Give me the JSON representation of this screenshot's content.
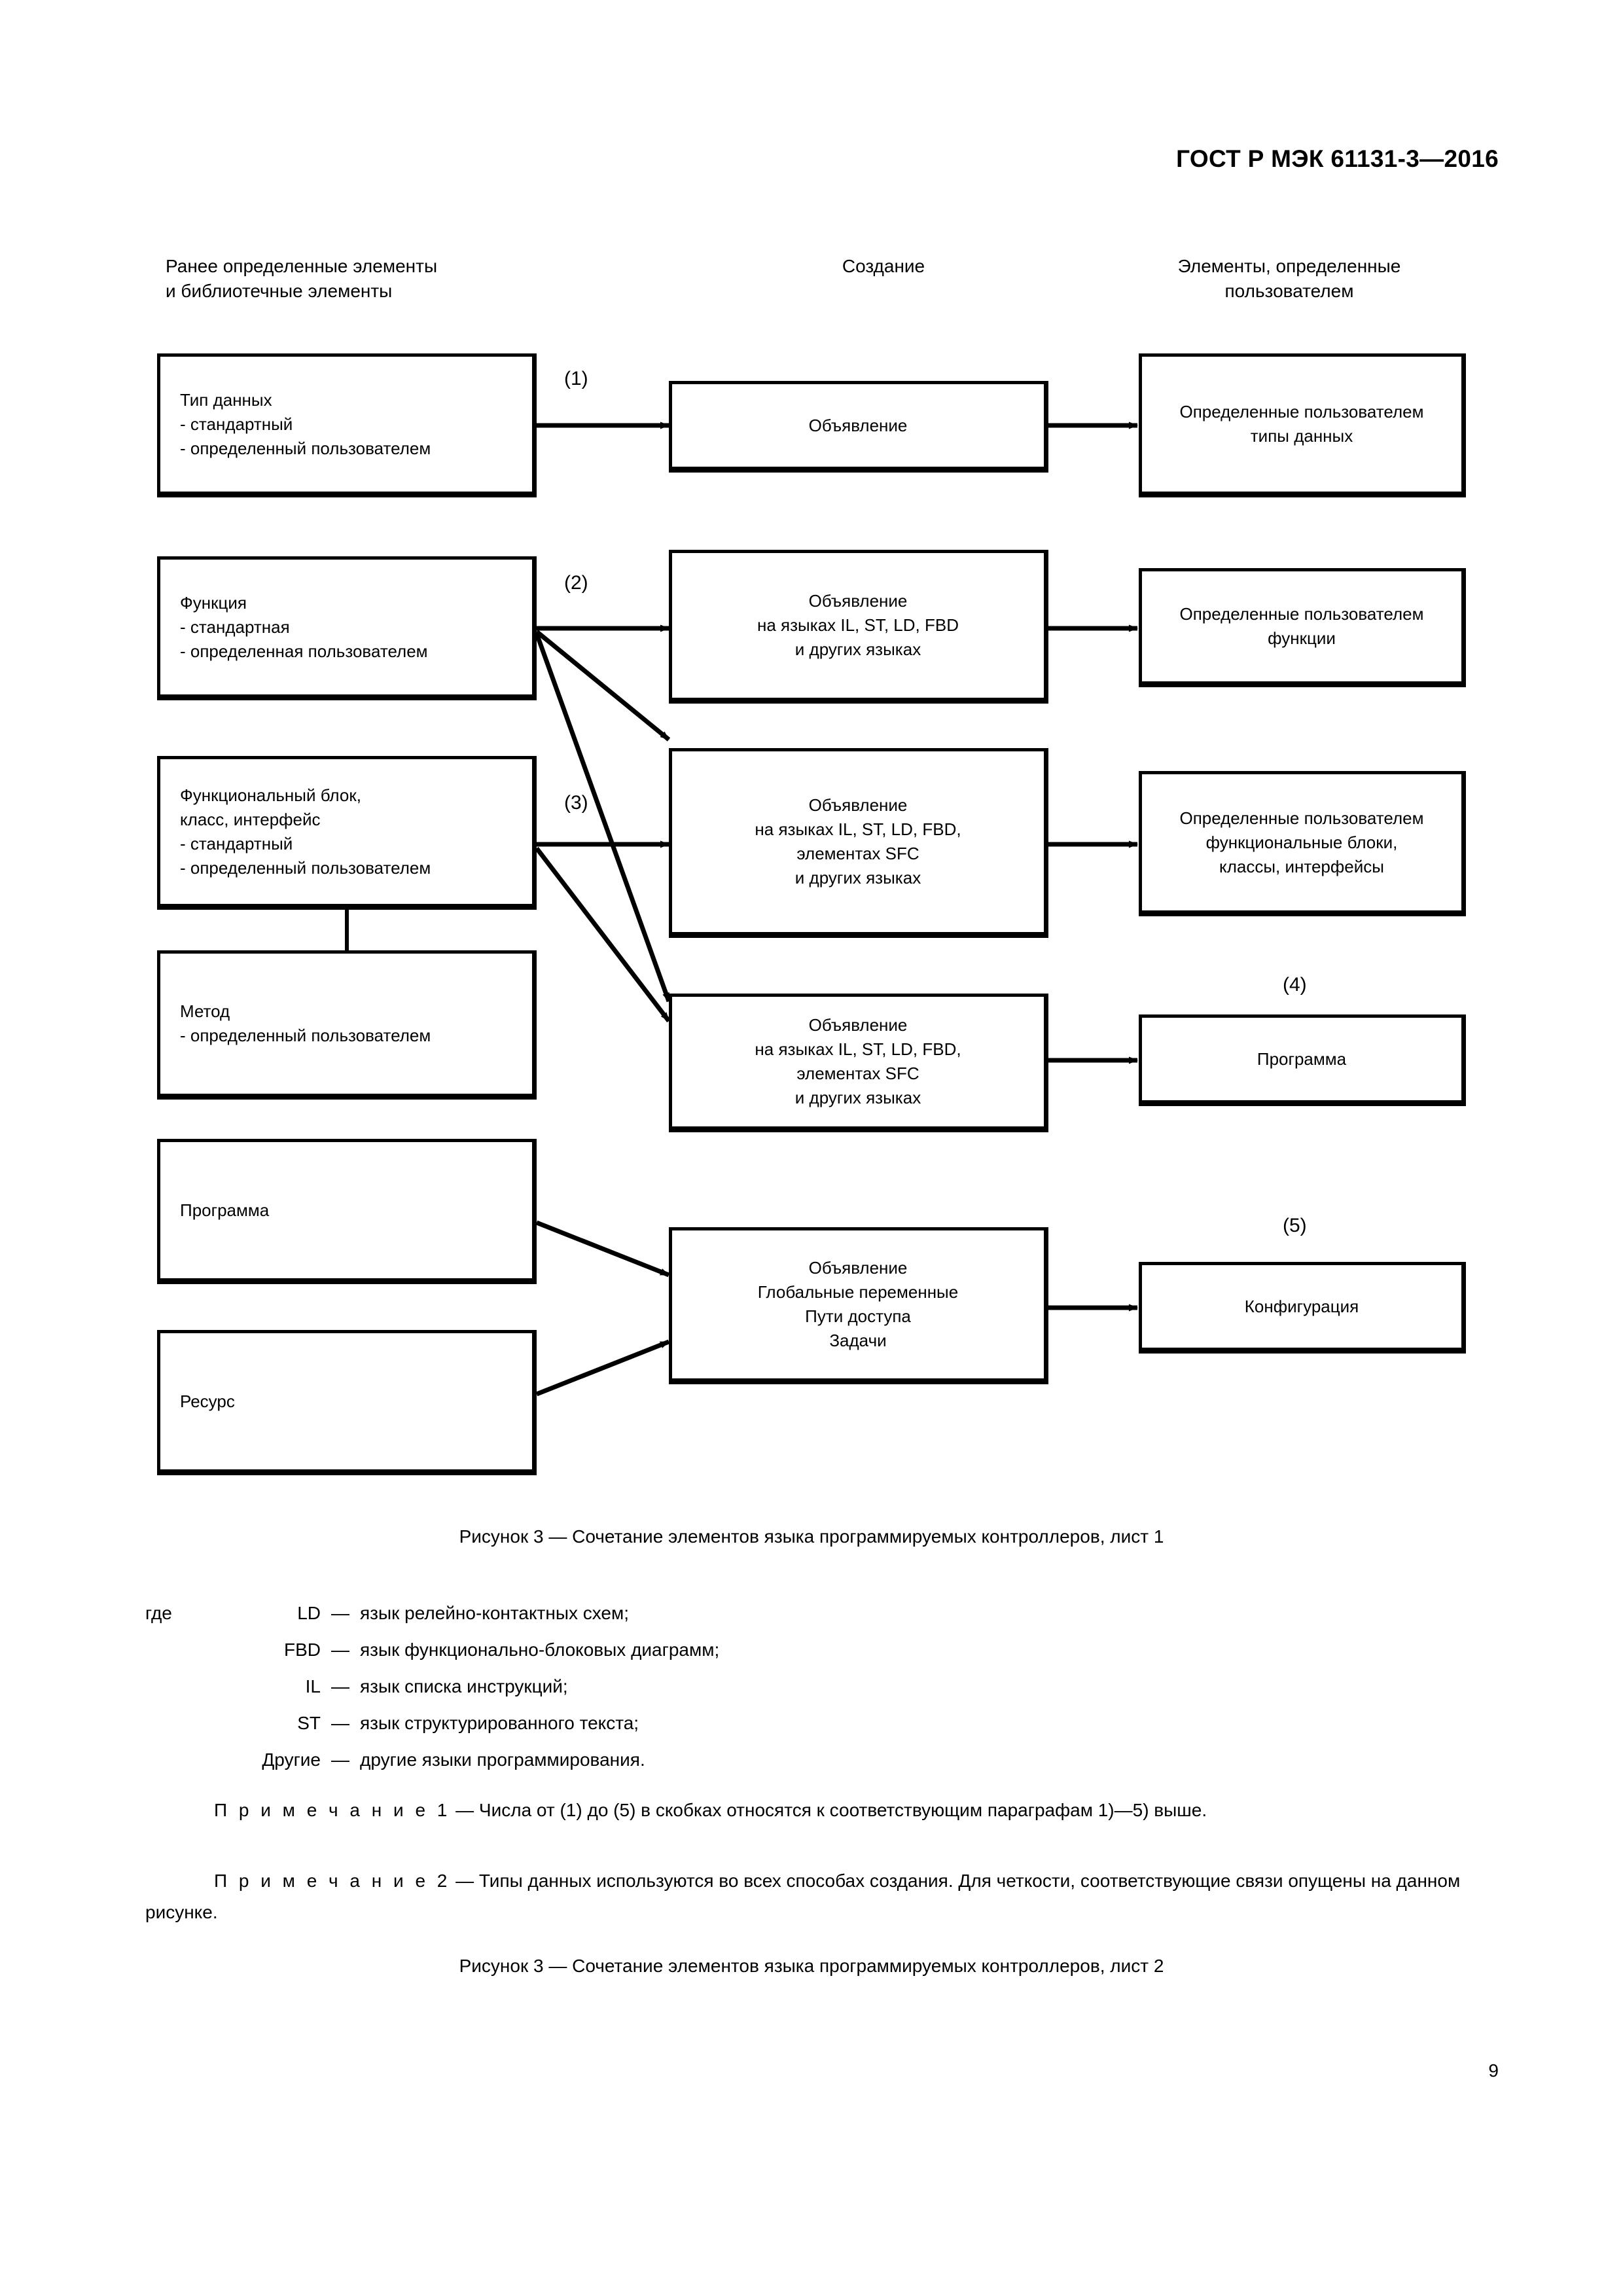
{
  "header": {
    "standard": "ГОСТ Р МЭК 61131-3—2016"
  },
  "columns": [
    {
      "title": "Ранее определенные элементы\nи библиотечные элементы"
    },
    {
      "title": "Создание"
    },
    {
      "title": "Элементы, определенные\nпользователем"
    }
  ],
  "diagram": {
    "left_nodes": [
      {
        "id": "data-type",
        "text": "Тип данных\n - стандартный\n - определенный пользователем"
      },
      {
        "id": "function",
        "text": "Функция\n - стандартная\n - определенная пользователем"
      },
      {
        "id": "function-block",
        "text": "Функциональный блок,\nкласс, интерфейс\n - стандартный\n - определенный пользователем"
      },
      {
        "id": "method",
        "text": "Метод\n - определенный пользователем"
      },
      {
        "id": "program",
        "text": "Программа"
      },
      {
        "id": "resource",
        "text": "Ресурс"
      }
    ],
    "middle_nodes": [
      {
        "id": "decl-type",
        "text": "Объявление"
      },
      {
        "id": "decl-func",
        "text": "Объявление\nна языках IL, ST, LD, FBD\nи других языках"
      },
      {
        "id": "decl-fb",
        "text": "Объявление\nна языках IL, ST, LD, FBD,\nэлементах SFC\nи других языках"
      },
      {
        "id": "decl-prog",
        "text": "Объявление\nна языках IL, ST, LD, FBD,\nэлементах SFC\nи других языках"
      },
      {
        "id": "decl-config",
        "text": "Объявление\nГлобальные переменные\nПути доступа\nЗадачи"
      }
    ],
    "right_nodes": [
      {
        "id": "user-types",
        "text": "Определенные пользователем\nтипы данных"
      },
      {
        "id": "user-funcs",
        "text": "Определенные пользователем\nфункции"
      },
      {
        "id": "user-fbs",
        "text": "Определенные пользователем\nфункциональные блоки,\nклассы, интерфейсы"
      },
      {
        "id": "user-program",
        "text": "Программа"
      },
      {
        "id": "user-config",
        "text": "Конфигурация"
      }
    ],
    "steps": [
      {
        "id": "step-1",
        "text": "(1)"
      },
      {
        "id": "step-2",
        "text": "(2)"
      },
      {
        "id": "step-3",
        "text": "(3)"
      },
      {
        "id": "step-4",
        "text": "(4)"
      },
      {
        "id": "step-5",
        "text": "(5)"
      }
    ]
  },
  "captions": {
    "sheet1": "Рисунок 3 — Сочетание элементов языка программируемых контроллеров, лист 1",
    "sheet2": "Рисунок 3 — Сочетание элементов языка программируемых контроллеров, лист 2"
  },
  "legend": {
    "lead": "где",
    "dash": "—",
    "rows": [
      {
        "abbr": "LD",
        "desc": "язык релейно-контактных схем;"
      },
      {
        "abbr": "FBD",
        "desc": "язык функционально-блоковых диаграмм;"
      },
      {
        "abbr": "IL",
        "desc": "язык списка инструкций;"
      },
      {
        "abbr": "ST",
        "desc": "язык структурированного текста;"
      },
      {
        "abbr": "Другие",
        "desc": "другие языки программирования."
      }
    ]
  },
  "notes": {
    "note1_label": "П р и м е ч а н и е  1",
    "note1_text": " — Числа от (1) до (5) в скобках относятся к соответствующим параграфам 1)—5) выше.",
    "note2_label": "П р и м е ч а н и е  2",
    "note2_text": " — Типы данных используются во всех способах создания. Для четкости, соответствующие связи опущены на данном рисунке."
  },
  "page_number": "9"
}
